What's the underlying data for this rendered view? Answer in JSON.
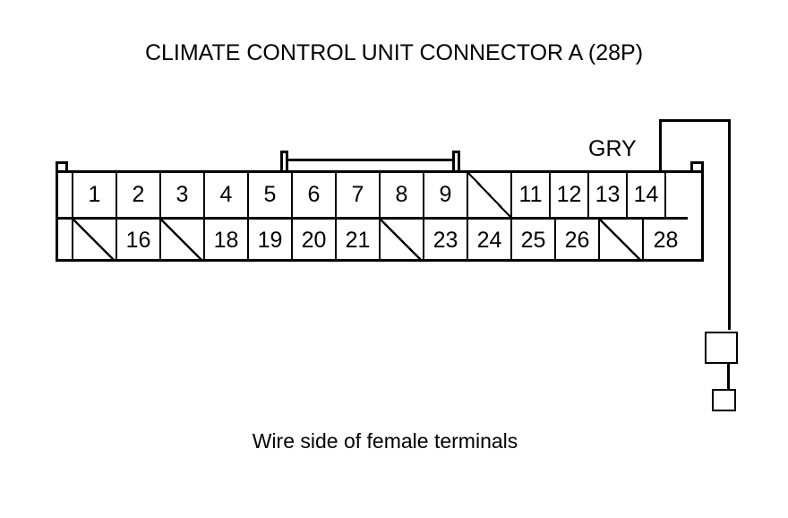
{
  "diagram": {
    "title": "CLIMATE CONTROL UNIT CONNECTOR A (28P)",
    "caption": "Wire side of female terminals",
    "wire_color_label": "GRY",
    "pin_count": 28,
    "line_color": "#000000",
    "background_color": "#ffffff"
  },
  "connector": {
    "top_row": [
      {
        "label": "",
        "type": "edge-key",
        "width": 17
      },
      {
        "label": "1",
        "type": "pin",
        "width": 49
      },
      {
        "label": "2",
        "type": "pin",
        "width": 49
      },
      {
        "label": "3",
        "type": "pin",
        "width": 49
      },
      {
        "label": "4",
        "type": "pin",
        "width": 49
      },
      {
        "label": "5",
        "type": "pin",
        "width": 49
      },
      {
        "label": "6",
        "type": "pin",
        "width": 49
      },
      {
        "label": "7",
        "type": "pin",
        "width": 49
      },
      {
        "label": "8",
        "type": "pin",
        "width": 49
      },
      {
        "label": "9",
        "type": "pin",
        "width": 49
      },
      {
        "label": "",
        "type": "blank",
        "width": 49
      },
      {
        "label": "11",
        "type": "pin",
        "width": 43
      },
      {
        "label": "12",
        "type": "pin",
        "width": 43
      },
      {
        "label": "13",
        "type": "pin",
        "width": 43
      },
      {
        "label": "14",
        "type": "pin",
        "width": 43
      },
      {
        "label": "",
        "type": "edge-key",
        "width": 26
      }
    ],
    "bottom_row": [
      {
        "label": "",
        "type": "edge-key",
        "width": 17
      },
      {
        "label": "",
        "type": "blank",
        "width": 49
      },
      {
        "label": "16",
        "type": "pin",
        "width": 49
      },
      {
        "label": "",
        "type": "blank",
        "width": 49
      },
      {
        "label": "18",
        "type": "pin",
        "width": 49
      },
      {
        "label": "19",
        "type": "pin",
        "width": 49
      },
      {
        "label": "20",
        "type": "pin",
        "width": 49
      },
      {
        "label": "21",
        "type": "pin",
        "width": 49
      },
      {
        "label": "",
        "type": "blank",
        "width": 49
      },
      {
        "label": "23",
        "type": "pin",
        "width": 49
      },
      {
        "label": "24",
        "type": "pin",
        "width": 49
      },
      {
        "label": "25",
        "type": "pin",
        "width": 49
      },
      {
        "label": "26",
        "type": "pin",
        "width": 49
      },
      {
        "label": "",
        "type": "blank",
        "width": 49
      },
      {
        "label": "28",
        "type": "pin",
        "width": 49
      }
    ]
  }
}
